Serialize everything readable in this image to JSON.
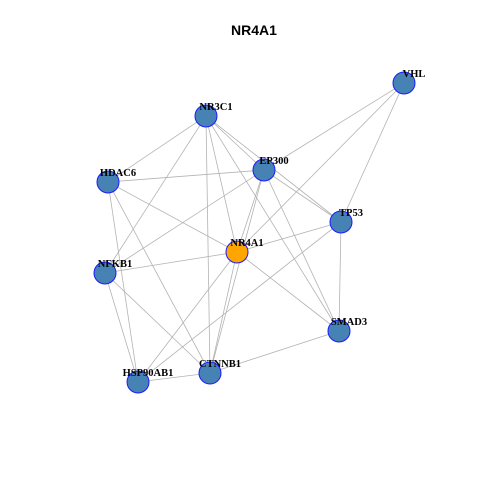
{
  "title": "NR4A1",
  "colors": {
    "node_fill": "#4682B4",
    "center_fill": "#FFA500",
    "node_stroke": "#1A1AFF",
    "edge": "#B3B3B3",
    "background": "#FFFFFF"
  },
  "center_node": "NR4A1",
  "nodes": [
    {
      "id": "VHL",
      "label": "VHL"
    },
    {
      "id": "NR3C1",
      "label": "NR3C1"
    },
    {
      "id": "EP300",
      "label": "EP300"
    },
    {
      "id": "HDAC6",
      "label": "HDAC6"
    },
    {
      "id": "TP53",
      "label": "TP53"
    },
    {
      "id": "NR4A1",
      "label": "NR4A1"
    },
    {
      "id": "NFKB1",
      "label": "NFKB1"
    },
    {
      "id": "SMAD3",
      "label": "SMAD3"
    },
    {
      "id": "CTNNB1",
      "label": "CTNNB1"
    },
    {
      "id": "HSP90AB1",
      "label": "HSP90AB1"
    }
  ],
  "edges": [
    [
      "NR4A1",
      "VHL"
    ],
    [
      "NR4A1",
      "NR3C1"
    ],
    [
      "NR4A1",
      "EP300"
    ],
    [
      "NR4A1",
      "HDAC6"
    ],
    [
      "NR4A1",
      "TP53"
    ],
    [
      "NR4A1",
      "NFKB1"
    ],
    [
      "NR4A1",
      "SMAD3"
    ],
    [
      "NR4A1",
      "CTNNB1"
    ],
    [
      "NR4A1",
      "HSP90AB1"
    ],
    [
      "VHL",
      "EP300"
    ],
    [
      "VHL",
      "TP53"
    ],
    [
      "NR3C1",
      "HDAC6"
    ],
    [
      "NR3C1",
      "EP300"
    ],
    [
      "NR3C1",
      "TP53"
    ],
    [
      "NR3C1",
      "NFKB1"
    ],
    [
      "NR3C1",
      "SMAD3"
    ],
    [
      "NR3C1",
      "CTNNB1"
    ],
    [
      "EP300",
      "HDAC6"
    ],
    [
      "EP300",
      "TP53"
    ],
    [
      "EP300",
      "NFKB1"
    ],
    [
      "EP300",
      "SMAD3"
    ],
    [
      "EP300",
      "CTNNB1"
    ],
    [
      "HDAC6",
      "HSP90AB1"
    ],
    [
      "HDAC6",
      "CTNNB1"
    ],
    [
      "TP53",
      "SMAD3"
    ],
    [
      "TP53",
      "HSP90AB1"
    ],
    [
      "NFKB1",
      "HSP90AB1"
    ],
    [
      "NFKB1",
      "CTNNB1"
    ],
    [
      "SMAD3",
      "CTNNB1"
    ],
    [
      "CTNNB1",
      "HSP90AB1"
    ]
  ]
}
